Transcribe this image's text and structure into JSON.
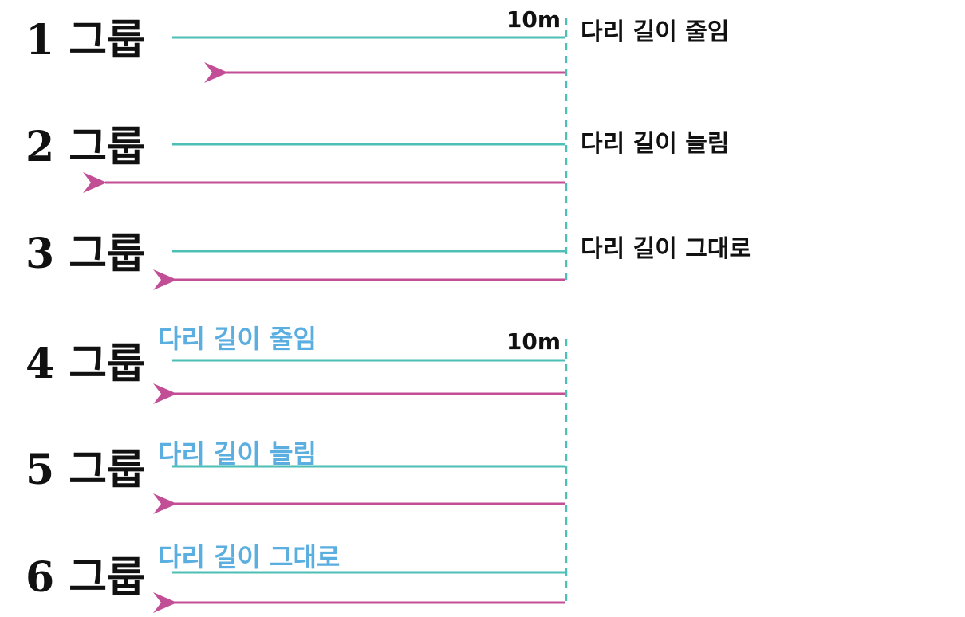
{
  "colors": {
    "go_line": "#4dbfb6",
    "return_arrow": "#c24f96",
    "dashed_line": "#4dbfb6",
    "condition_text_black": "#111111",
    "condition_text_blue": "#5aaee0"
  },
  "distance_labels": [
    "10m",
    "10m"
  ],
  "groups": [
    {
      "label": "1 그룹",
      "condition": "다리 길이 줄임",
      "condition_color": "#111111"
    },
    {
      "label": "2 그룹",
      "condition": "다리 길이 늘림",
      "condition_color": "#111111"
    },
    {
      "label": "3 그룹",
      "condition": "다리 길이 그대로",
      "condition_color": "#111111"
    },
    {
      "label": "4 그룹",
      "condition": "다리 길이 줄임",
      "condition_color": "#5aaee0"
    },
    {
      "label": "5 그룹",
      "condition": "다리 길이 늘림",
      "condition_color": "#5aaee0"
    },
    {
      "label": "6 그룹",
      "condition": "다리 길이 그대로",
      "condition_color": "#5aaee0"
    }
  ]
}
